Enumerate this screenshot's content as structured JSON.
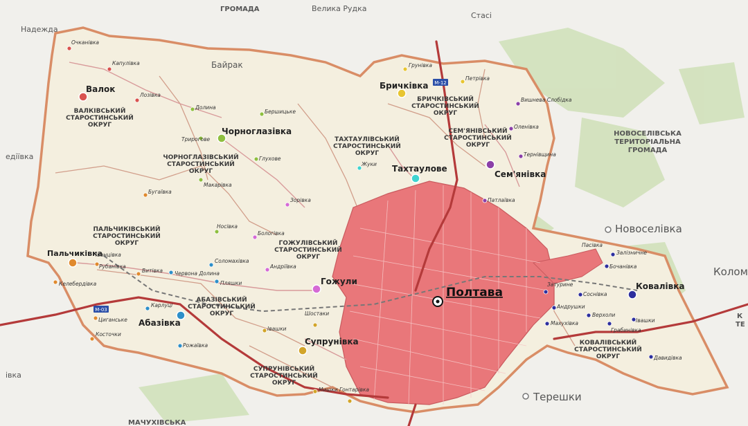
{
  "map": {
    "center_city": "Полтава",
    "ext_top_left": "Надежда",
    "ext_top_partial": "ГРОМАДА",
    "ext_top_center": "Велика Рудка",
    "ext_staci": "Стасі",
    "ext_left": "едіївка",
    "ext_left2": "івка",
    "ext_novoselivka": "Новоселівка",
    "ext_novoselivska": [
      "НОВОСЕЛІВСЬКА",
      "ТЕРИТОРІАЛЬНА",
      "ГРОМАДА"
    ],
    "ext_kolom": "Колом",
    "ext_tereshky": "Терешки",
    "ext_machukhivska": "МАЧУХІВСЬКА",
    "ext_right_k": [
      "К",
      "ТЕ"
    ],
    "bairak": "Байрак"
  },
  "centers": [
    {
      "name": "Валок",
      "color": "#d9534f"
    },
    {
      "name": "Чорноглазівка",
      "color": "#8fbf3f"
    },
    {
      "name": "Бричківка",
      "color": "#e8c531"
    },
    {
      "name": "Тахтаулове",
      "color": "#3fd4d0"
    },
    {
      "name": "Сем'янівка",
      "color": "#8b3fa8"
    },
    {
      "name": "Пальчиківка",
      "color": "#e08a2e"
    },
    {
      "name": "Гожули",
      "color": "#d56ad5"
    },
    {
      "name": "Абазівка",
      "color": "#2e8fc9"
    },
    {
      "name": "Супрунівка",
      "color": "#d2a52a"
    },
    {
      "name": "Ковалівка",
      "color": "#2d2f9e"
    }
  ],
  "okrugs": {
    "valkivskyi": [
      "ВАЛКІВСЬКИЙ",
      "СТАРОСТИНСЬКИЙ",
      "ОКРУГ"
    ],
    "chornoglazivskyi": [
      "ЧОРНОГЛАЗІВСЬКИЙ",
      "СТАРОСТИНСЬКИЙ",
      "ОКРУГ"
    ],
    "brychkivskyi": [
      "БРИЧКІВСЬКИЙ",
      "СТАРОСТИНСЬКИЙ",
      "ОКРУГ"
    ],
    "takhtaulivskyi": [
      "ТАХТАУЛІВСЬКИЙ",
      "СТАРОСТИНСЬКИЙ",
      "ОКРУГ"
    ],
    "semianivskyi": [
      "СЕМ'ЯНІВСЬКИЙ",
      "СТАРОСТИНСЬКИЙ",
      "ОКРУГ"
    ],
    "palchykivskyi": [
      "ПАЛЬЧИКІВСЬКИЙ",
      "СТАРОСТИНСЬКИЙ",
      "ОКРУГ"
    ],
    "gozhulivskyi": [
      "ГОЖУЛІВСЬКИЙ",
      "СТАРОСТИНСЬКИЙ",
      "ОКРУГ"
    ],
    "abazivskyi": [
      "АБАЗІВСЬКИЙ",
      "СТАРОСТИНСЬКИЙ",
      "ОКРУГ"
    ],
    "suprunivskyi": [
      "СУПРУНІВСЬКИЙ",
      "СТАРОСТИНСЬКИЙ",
      "ОКРУГ"
    ],
    "kovalivskyi": [
      "КОВАЛІВСЬКИЙ",
      "СТАРОСТИНСЬКИЙ",
      "ОКРУГ"
    ]
  },
  "villages": {
    "ochakivka": "Очканівка",
    "kapustyanky": "Капулівка",
    "lozivka": "Лозівка",
    "dolyna": "Долина",
    "bershytske": "Бершицьке",
    "tryrogove": "Трирогове",
    "glukhove": "Глухове",
    "makarivka": "Макарівка",
    "bugaivka": "Бугаївка",
    "zorivka": "Зорівка",
    "nosivka": "Носівка",
    "bologivka": "Бологівка",
    "ivanchivka": "Іванцівка",
    "rudivka": "Рубанівка",
    "vytivka": "Витівка",
    "kelebedivka": "Келебердівка",
    "chervona_dolyna": "Червона Долина",
    "solomakhivka": "Соломахівка",
    "plaryky": "Пляшки",
    "andriivka": "Андріївка",
    "karlukivka": "Карлуці",
    "tsyganske": "Циганське",
    "kostochky": "Косточки",
    "rozhayivka": "Рожаївка",
    "ivashky": "Івашки",
    "shostaky": "Шостаки",
    "gontarivka": "Гонтарівка",
    "mysky": "Мишки",
    "gruneivka": "Грунівка",
    "petrivka": "Петрівка",
    "vyshneva_slobidka": "Вишнева Слобідка",
    "oleniv": "Оленівка",
    "ternyshivka": "Тернівщина",
    "zhuky": "Жуки",
    "patlaivka": "Патлаївка",
    "zatyshne": "Затурине",
    "sosnivka": "Соснівка",
    "andriushky": "Андрушки",
    "verkholy": "Верхоли",
    "makhukhivka": "Махухівка",
    "grabynivka": "Грабинівка",
    "ivashky2": "Івашки",
    "davydivka": "Давидівка",
    "zaluzhne": "Залізничне",
    "bochanivka": "Бочанівка",
    "pasivka": "Пасівка"
  },
  "roads": {
    "m03": "М-03",
    "m12": "М-12"
  },
  "legend_colors": {
    "city": "#e9777a",
    "community": "#f4efdf",
    "border": "#d98d66",
    "road": "#b43a3a"
  }
}
